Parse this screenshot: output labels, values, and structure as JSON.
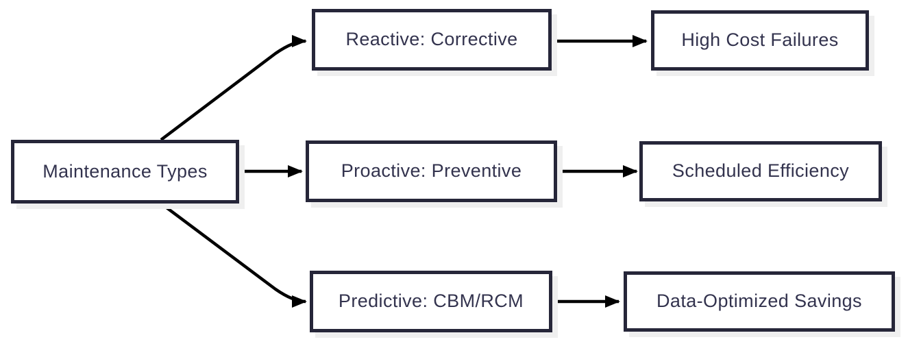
{
  "diagram": {
    "type": "flowchart",
    "direction": "left-to-right",
    "root": {
      "label": "Maintenance Types"
    },
    "branches": [
      {
        "type": {
          "label": "Reactive: Corrective"
        },
        "outcome": {
          "label": "High Cost Failures"
        }
      },
      {
        "type": {
          "label": "Proactive: Preventive"
        },
        "outcome": {
          "label": "Scheduled Efficiency"
        }
      },
      {
        "type": {
          "label": "Predictive: CBM/RCM"
        },
        "outcome": {
          "label": "Data-Optimized Savings"
        }
      }
    ],
    "edges": [
      {
        "from": "Maintenance Types",
        "to": "Reactive: Corrective"
      },
      {
        "from": "Maintenance Types",
        "to": "Proactive: Preventive"
      },
      {
        "from": "Maintenance Types",
        "to": "Predictive: CBM/RCM"
      },
      {
        "from": "Reactive: Corrective",
        "to": "High Cost Failures"
      },
      {
        "from": "Proactive: Preventive",
        "to": "Scheduled Efficiency"
      },
      {
        "from": "Predictive: CBM/RCM",
        "to": "Data-Optimized Savings"
      }
    ],
    "colors": {
      "node_fill": "#ffffff",
      "node_border": "#262639",
      "node_text": "#33334e",
      "node_shadow": "#efefef",
      "arrow": "#000000",
      "background": "#ffffff"
    }
  }
}
